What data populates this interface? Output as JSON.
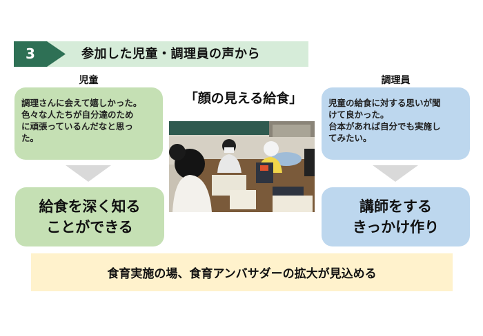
{
  "header": {
    "number": "3",
    "title": "参加した児童・調理員の声から"
  },
  "left": {
    "label": "児童",
    "comment_lines": [
      "調理さんに会えて嬉しかった。",
      "色々な人たちが自分達のため",
      "に頑張っているんだなと思っ",
      "た。"
    ],
    "result_lines": [
      "給食を深く知る",
      "ことができる"
    ]
  },
  "center": {
    "title": "「顔の見える給食」",
    "photo_alt": "classroom-photo-children-and-cook-at-table"
  },
  "right": {
    "label": "調理員",
    "comment_lines": [
      "児童の給食に対する思いが聞",
      "けて良かった。",
      "台本があれば自分でも実施し",
      "てみたい。"
    ],
    "result_lines": [
      "講師をする",
      "きっかけ作り"
    ]
  },
  "banner": {
    "text": "食育実施の場、食育アンバサダーの拡大が見込める"
  },
  "colors": {
    "header_dark_green": "#2e7055",
    "header_light_green": "#d6ecd9",
    "child_green": "#c5e0b4",
    "cook_blue": "#bdd7ee",
    "arrow_gray": "#d9d9d9",
    "banner_yellow": "#fff2cc"
  }
}
